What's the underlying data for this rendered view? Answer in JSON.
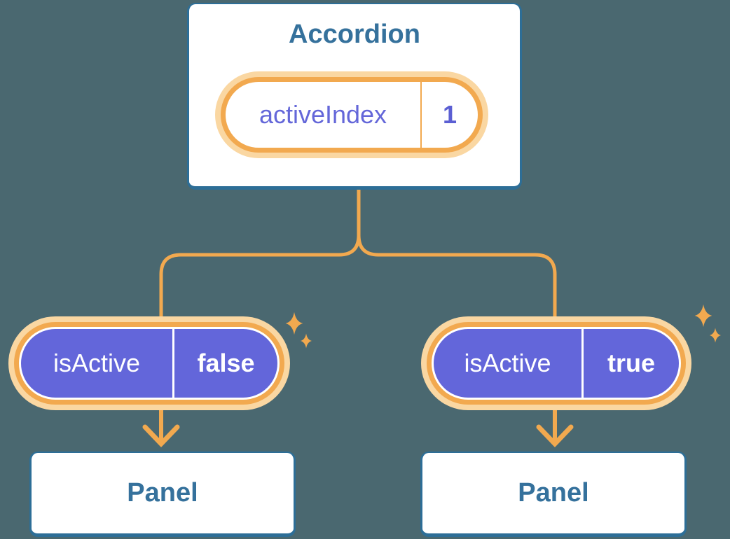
{
  "colors": {
    "background": "#4A6870",
    "card_border_blue": "#2D6E97",
    "heading_text_blue": "#35719C",
    "connector_orange": "#F2A94F",
    "halo_orange": "#FAD7A2",
    "pill_purple": "#6366DA",
    "state_text_purple": "#6467D9",
    "pill_text_white": "#FFFFFF"
  },
  "accordion": {
    "title": "Accordion",
    "state": {
      "name": "activeIndex",
      "value": "1"
    }
  },
  "panels": [
    {
      "prop_name": "isActive",
      "prop_value": "false",
      "label": "Panel"
    },
    {
      "prop_name": "isActive",
      "prop_value": "true",
      "label": "Panel"
    }
  ],
  "decor": {
    "sparkle_icon": "four-point-sparkle",
    "sparkle_color": "#F2A94F"
  }
}
